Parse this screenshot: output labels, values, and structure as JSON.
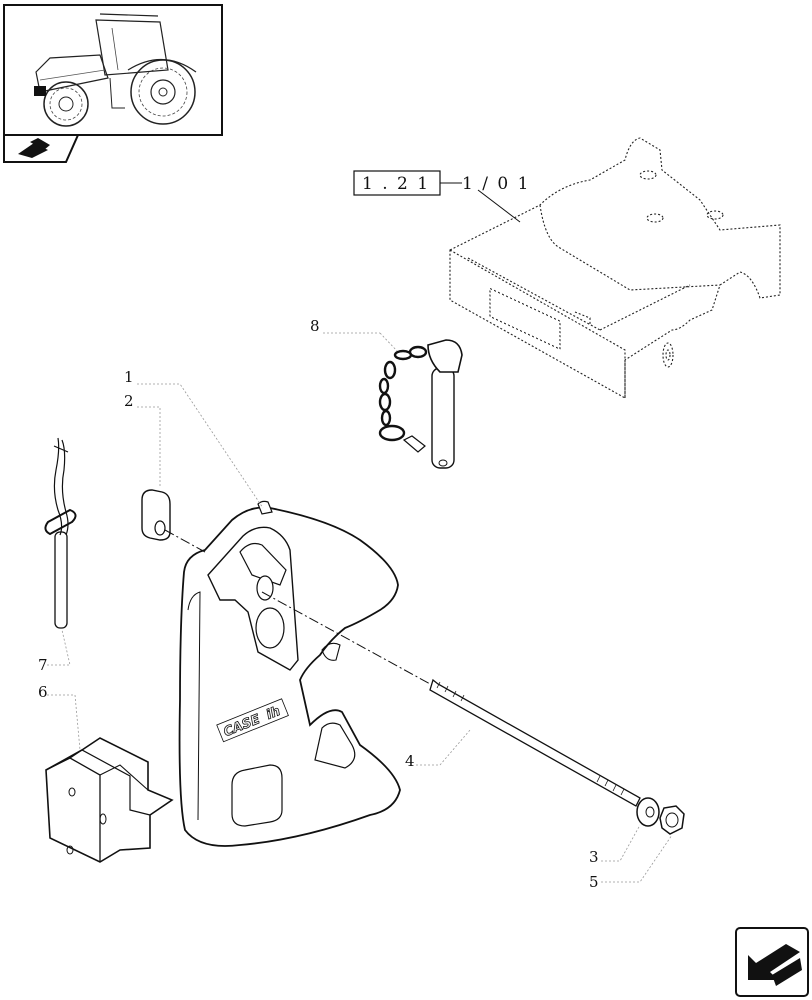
{
  "reference": {
    "boxed": "1 . 2 1",
    "rest": "1 / 0 1"
  },
  "brand_logo_text": "CASE",
  "brand_logo_suffix": "ih",
  "callouts": [
    "1",
    "2",
    "3",
    "4",
    "5",
    "6",
    "7",
    "8"
  ],
  "icons": {
    "thumbnail": "tractor-thumbnail",
    "section": "book-arrow-icon",
    "navigation": "prev-page-arrow-icon"
  }
}
